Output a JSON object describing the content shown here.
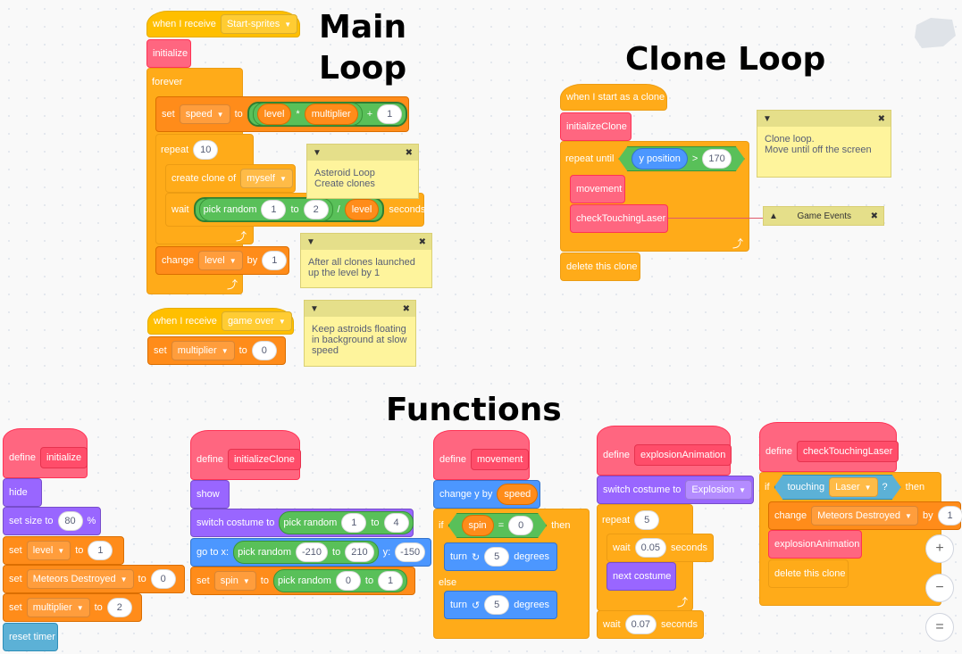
{
  "headings": {
    "main_loop_1": "Main",
    "main_loop_2": "Loop",
    "clone_loop": "Clone Loop",
    "functions": "Functions"
  },
  "main": {
    "when_receive": "when I receive",
    "msg1": "Start-sprites",
    "initialize": "initialize",
    "forever": "forever",
    "set": "set",
    "speed": "speed",
    "to": "to",
    "level": "level",
    "times": "*",
    "multiplier": "multiplier",
    "plus": "+",
    "one": "1",
    "repeat": "repeat",
    "ten": "10",
    "create_clone": "create clone of",
    "myself": "myself",
    "wait": "wait",
    "pick_random": "pick random",
    "two": "2",
    "div": "/",
    "seconds": "seconds",
    "change": "change",
    "by": "by"
  },
  "game_over": {
    "when_receive": "when I receive",
    "msg": "game over",
    "set": "set",
    "multiplier": "multiplier",
    "to": "to",
    "zero": "0"
  },
  "notes": {
    "asteroid": "Asteroid Loop\nCreate clones",
    "after": "After all clones launched\nup the level by 1",
    "keep": "Keep astroids floating\nin background at slow\nspeed",
    "clone": "Clone loop.\nMove until off the screen",
    "game_events": "Game Events"
  },
  "clone": {
    "when_start": "when I start as a clone",
    "initializeClone": "initializeClone",
    "repeat_until": "repeat until",
    "y_position": "y position",
    "gt": ">",
    "v170": "170",
    "movement": "movement",
    "checkTouchingLaser": "checkTouchingLaser",
    "delete": "delete this clone"
  },
  "f1": {
    "define": "define",
    "name": "initialize",
    "hide": "hide",
    "set_size": "set size to",
    "v80": "80",
    "pct": "%",
    "set": "set",
    "level": "level",
    "to": "to",
    "one": "1",
    "meteors": "Meteors Destroyed",
    "zero": "0",
    "multiplier": "multiplier",
    "two": "2",
    "reset_timer": "reset timer"
  },
  "f2": {
    "define": "define",
    "name": "initializeClone",
    "show": "show",
    "switch_costume": "switch costume to",
    "pick_random": "pick random",
    "one": "1",
    "to": "to",
    "four": "4",
    "goto": "go to x:",
    "m210": "-210",
    "p210": "210",
    "y": "y:",
    "m150": "-150",
    "set": "set",
    "spin": "spin",
    "zero": "0"
  },
  "f3": {
    "define": "define",
    "name": "movement",
    "change_y": "change y by",
    "speed": "speed",
    "if": "if",
    "spin": "spin",
    "eq": "=",
    "zero": "0",
    "then": "then",
    "turn": "turn",
    "five": "5",
    "degrees": "degrees",
    "else": "else"
  },
  "f4": {
    "define": "define",
    "name": "explosionAnimation",
    "switch_costume": "switch costume to",
    "explosion": "Explosion",
    "repeat": "repeat",
    "five": "5",
    "wait": "wait",
    "v005": "0.05",
    "seconds": "seconds",
    "next_costume": "next costume",
    "v007": "0.07"
  },
  "f5": {
    "define": "define",
    "name": "checkTouchingLaser",
    "if": "if",
    "touching": "touching",
    "laser": "Laser",
    "q": "?",
    "then": "then",
    "change": "change",
    "meteors": "Meteors Destroyed",
    "by": "by",
    "one": "1",
    "explosionAnimation": "explosionAnimation",
    "delete": "delete this clone"
  },
  "zoom": {
    "in": "+",
    "out": "−",
    "reset": "="
  }
}
